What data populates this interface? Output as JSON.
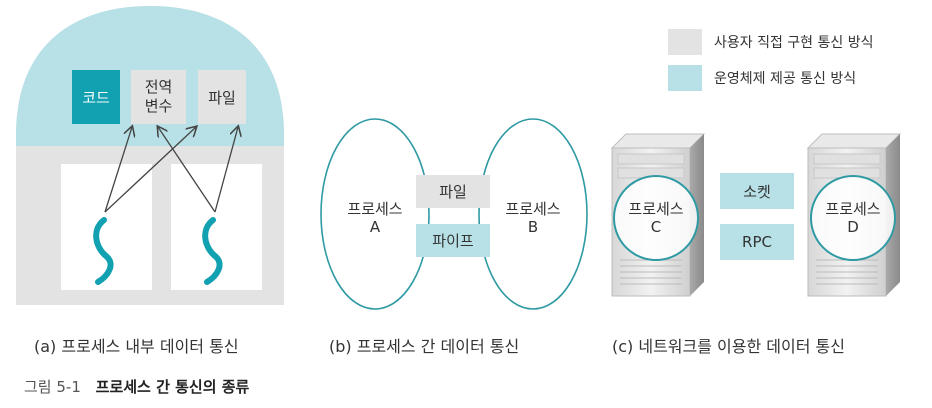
{
  "legend": {
    "items": [
      {
        "label": "사용자 직접 구현 통신 방식",
        "color": "#e3e3e3"
      },
      {
        "label": "운영체제 제공 통신 방식",
        "color": "#b7e1e6"
      }
    ]
  },
  "diagram_a": {
    "boxes": {
      "code": "코드",
      "global_var_line1": "전역",
      "global_var_line2": "변수",
      "file": "파일"
    },
    "caption": "(a) 프로세스 내부 데이터 통신"
  },
  "diagram_b": {
    "process_a_line1": "프로세스",
    "process_a_line2": "A",
    "process_b_line1": "프로세스",
    "process_b_line2": "B",
    "file": "파일",
    "pipe": "파이프",
    "caption": "(b) 프로세스 간 데이터 통신"
  },
  "diagram_c": {
    "process_c_line1": "프로세스",
    "process_c_line2": "C",
    "process_d_line1": "프로세스",
    "process_d_line2": "D",
    "socket": "소켓",
    "rpc": "RPC",
    "caption": "(c) 네트워크를 이용한 데이터 통신"
  },
  "figure": {
    "number": "그림 5-1",
    "title": "프로세스 간 통신의 종류"
  },
  "colors": {
    "teal_dark": "#12a1b1",
    "teal_light": "#b7e1e6",
    "gray": "#e3e3e3",
    "outline": "#2f9aa3"
  }
}
